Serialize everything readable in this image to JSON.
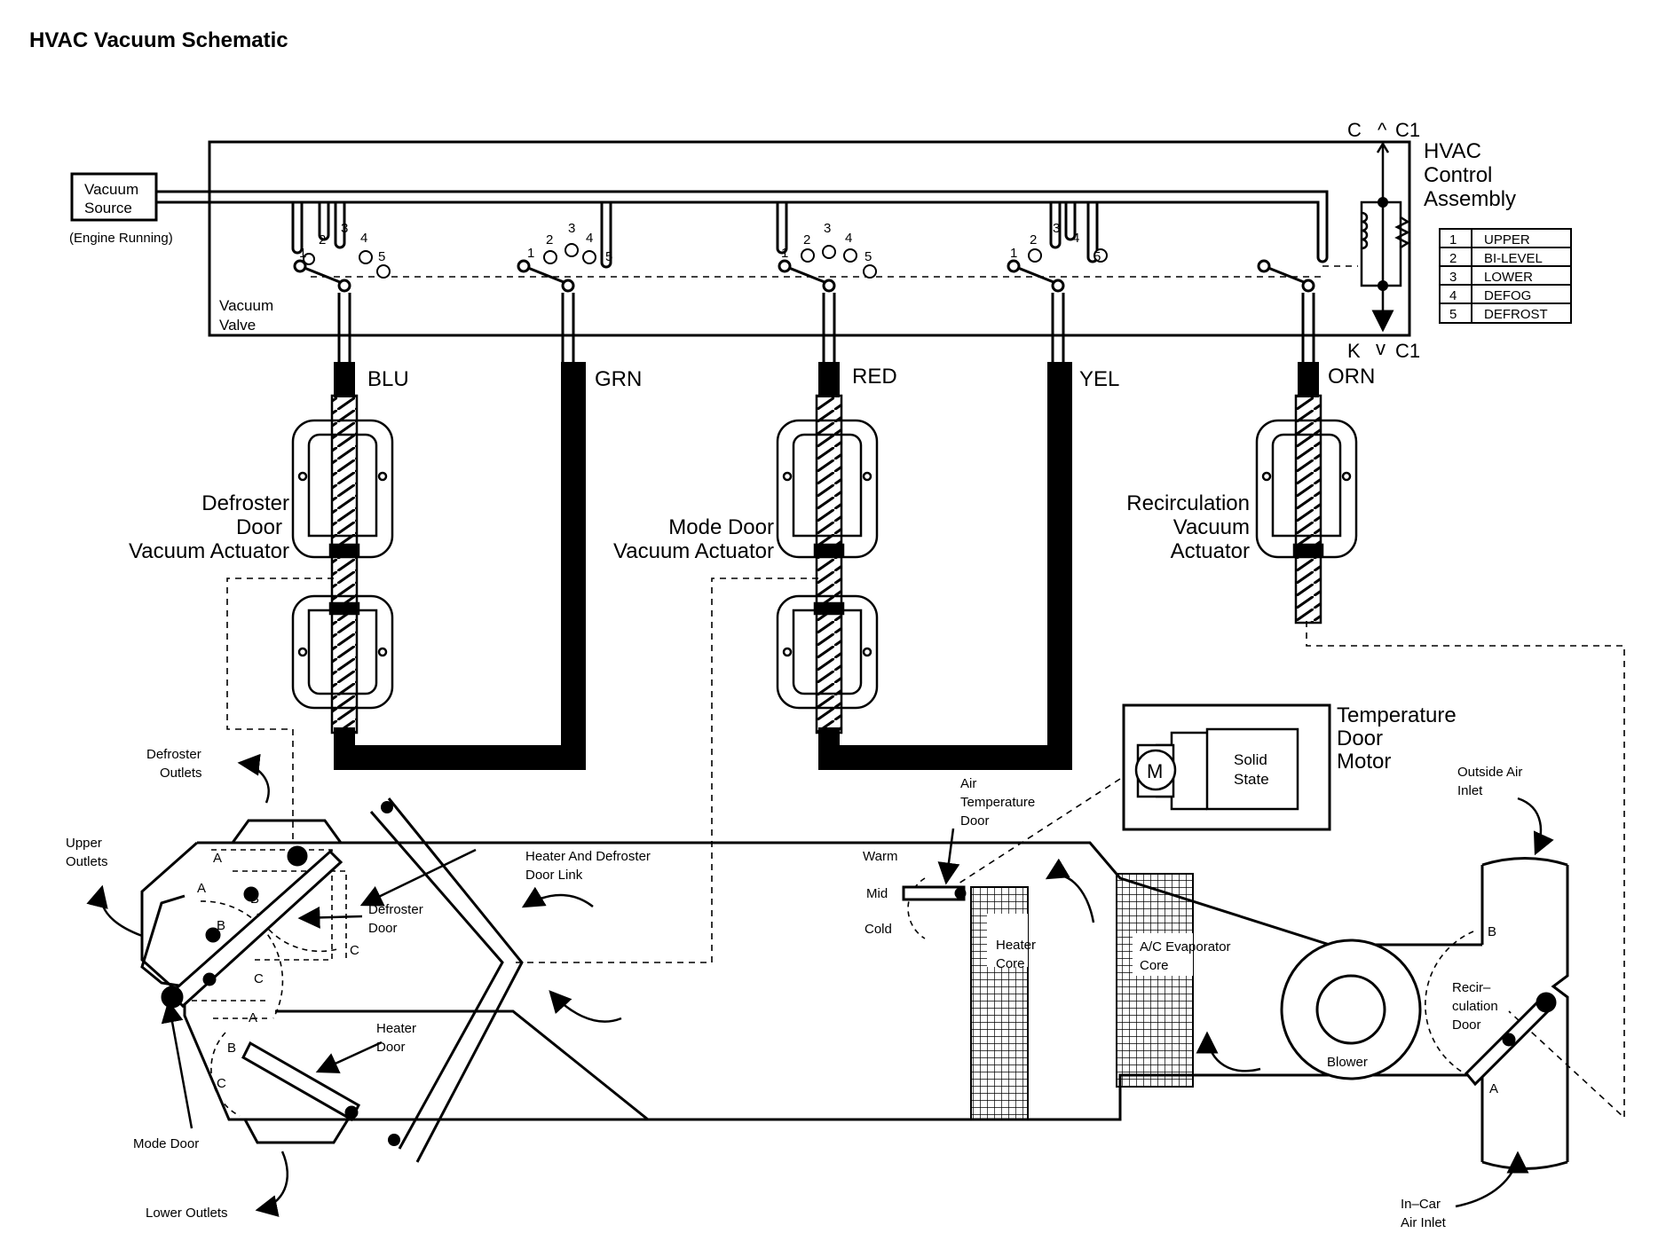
{
  "title": "HVAC Vacuum Schematic",
  "vacuum_source": {
    "line1": "Vacuum",
    "line2": "Source",
    "note": "(Engine Running)"
  },
  "vacuum_valve": {
    "line1": "Vacuum",
    "line2": "Valve"
  },
  "control_assembly": {
    "line1": "HVAC",
    "line2": "Control",
    "line3": "Assembly",
    "terminal_top": "C",
    "terminal_bottom": "K",
    "connector_top": "C1",
    "connector_bottom": "C1"
  },
  "modes": [
    {
      "num": "1",
      "name": "UPPER"
    },
    {
      "num": "2",
      "name": "BI-LEVEL"
    },
    {
      "num": "3",
      "name": "LOWER"
    },
    {
      "num": "4",
      "name": "DEFOG"
    },
    {
      "num": "5",
      "name": "DEFROST"
    }
  ],
  "port_numbers": [
    "1",
    "2",
    "3",
    "4",
    "5"
  ],
  "hoses": [
    {
      "color_label": "BLU"
    },
    {
      "color_label": "GRN"
    },
    {
      "color_label": "RED"
    },
    {
      "color_label": "YEL"
    },
    {
      "color_label": "ORN"
    }
  ],
  "actuators": {
    "defroster": {
      "line1": "Defroster",
      "line2": "Door",
      "line3": "Vacuum Actuator"
    },
    "mode": {
      "line1": "Mode Door",
      "line2": "Vacuum Actuator"
    },
    "recirculation": {
      "line1": "Recirculation",
      "line2": "Vacuum",
      "line3": "Actuator"
    }
  },
  "temp_motor": {
    "line1": "Temperature",
    "line2": "Door",
    "line3": "Motor",
    "m": "M",
    "solid1": "Solid",
    "solid2": "State"
  },
  "duct_labels": {
    "defroster_outlets": [
      "Defroster",
      "Outlets"
    ],
    "upper_outlets": [
      "Upper",
      "Outlets"
    ],
    "lower_outlets": "Lower Outlets",
    "mode_door": "Mode Door",
    "heater_door": [
      "Heater",
      "Door"
    ],
    "defroster_door": [
      "Defroster",
      "Door"
    ],
    "door_link": [
      "Heater And Defroster",
      "Door Link"
    ],
    "air_temp_door": [
      "Air",
      "Temperature",
      "Door"
    ],
    "warm": "Warm",
    "mid": "Mid",
    "cold": "Cold",
    "heater_core": [
      "Heater",
      "Core"
    ],
    "evaporator_core": [
      "A/C Evaporator",
      "Core"
    ],
    "blower": "Blower",
    "recirc_door": [
      "Recir–",
      "culation",
      "Door"
    ],
    "outside_air": [
      "Outside Air",
      "Inlet"
    ],
    "incar_air": [
      "In–Car",
      "Air Inlet"
    ]
  },
  "position_letters": {
    "a": "A",
    "b": "B",
    "c": "C"
  }
}
